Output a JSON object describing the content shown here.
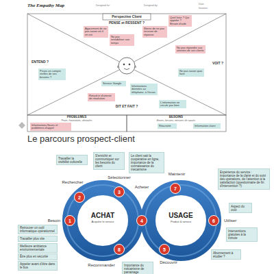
{
  "diagram": {
    "title": "The Empathy Map",
    "nodes": [
      {
        "text": [
          "Agacement de ne pas savoir où il en est"
        ]
      },
      {
        "text": [
          "Ne pas rentabiliser son temps"
        ]
      },
      {
        "text": [
          "Stress de ne pas recevoir de réponse"
        ]
      },
      {
        "text": [
          "Quel futur ? Qui appeler ? Besoin d'aide"
        ]
      },
      {
        "text": [
          "Ne pas répondre aux attentes de ses clients"
        ]
      },
      {
        "text": [
          "Prises en compte réelles de ses besoins ?"
        ]
      },
      {
        "text": [
          "Ne pas savoir quoi faire"
        ]
      },
      {
        "text": [
          "Service Google"
        ]
      },
      {
        "text": [
          "Informations données au téléphone, à l'écran"
        ]
      },
      {
        "text": [
          "Retard et d'attente de résolution"
        ]
      },
      {
        "text": [
          "L'information ne circule pas bien"
        ]
      },
      {
        "text": [
          "Informations floues et problèmes d'appel"
        ]
      },
      {
        "text": [
          "Réactivité"
        ]
      },
      {
        "text": [
          "Information claire"
        ]
      },
      {
        "text": [
          "Travailler la visibilité culturelle"
        ]
      },
      {
        "text": [
          "S'enrichir et communiquer sur les besoins du client"
        ]
      },
      {
        "text": [
          "Le client sait la coopérative en ligne, importance de la connaissance du mécanisme"
        ]
      },
      {
        "text": [
          "Expérience du service : importance de la clarté et du suivi des opérations, de l'attention à la satisfaction (questionnaire de fin d'intervention ?)"
        ]
      },
      {
        "text": [
          "1"
        ]
      },
      {
        "text": [
          "2"
        ]
      },
      {
        "text": [
          "3"
        ]
      },
      {
        "text": [
          "4"
        ]
      },
      {
        "text": [
          "5"
        ]
      },
      {
        "text": [
          "6"
        ]
      },
      {
        "text": [
          "7"
        ]
      },
      {
        "text": [
          "8"
        ]
      },
      {
        "text": [
          "Aspect du coût"
        ]
      },
      {
        "text": [
          "Interventions gratuites à la minute"
        ]
      },
      {
        "text": [
          "Abonnement à étudier ?"
        ]
      },
      {
        "text": [
          "Importance du mécanisme de parrainage"
        ]
      },
      {
        "text": [
          "Retrouver un outil informatique opérationnel"
        ]
      },
      {
        "text": [
          "Travailler plus vite"
        ]
      },
      {
        "text": [
          "Meilleure ambiance environnementale"
        ]
      },
      {
        "text": [
          "Être plus en sécurité"
        ]
      },
      {
        "text": [
          "Appeler avant d'être dans le bus"
        ]
      }
    ],
    "labels": [
      "Designed for:",
      "Designed by:",
      "Date:",
      "Iteration:",
      "Perspective Client",
      "PENSE et RESSENT ?",
      "ENTEND ?",
      "VOIT ?",
      "DIT ET FAIT ?",
      "PROBLEMES",
      "Peurs, frustrations, obstacles",
      "BESOINS",
      "Envies, besoins, mesures de succès",
      "Le parcours prospect-client",
      "ACHAT",
      "Acquérir le service",
      "USAGE",
      "Produit & service",
      "Besoin",
      "Rechercher",
      "Sélectionner",
      "Acheter",
      "Découvrir",
      "Utiliser",
      "Maintenir",
      "Recommander"
    ]
  }
}
